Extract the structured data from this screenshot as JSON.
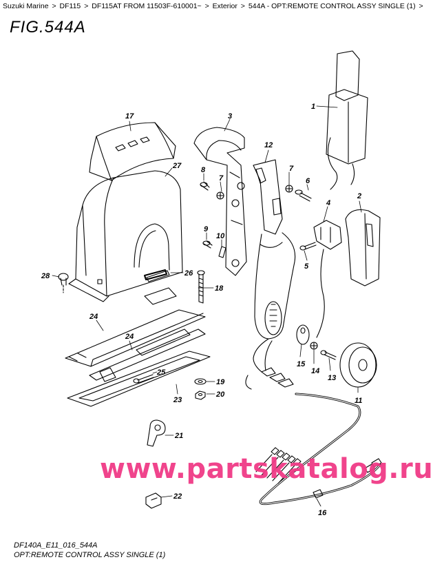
{
  "breadcrumb": {
    "items": [
      "Suzuki Marine",
      "DF115",
      "DF115AT FROM 11503F-610001~",
      "Exterior",
      "544A - OPT:REMOTE CONTROL ASSY SINGLE (1)"
    ],
    "separator": ">",
    "trailing": ">"
  },
  "figure_title": "FIG.544A",
  "watermark": "www.partskatalog.ru",
  "footer": {
    "code": "DF140A_E11_016_544A",
    "caption": "OPT:REMOTE CONTROL ASSY SINGLE (1)"
  },
  "callouts": [
    "1",
    "2",
    "3",
    "4",
    "5",
    "6",
    "7",
    "7",
    "8",
    "9",
    "10",
    "11",
    "12",
    "13",
    "14",
    "15",
    "16",
    "17",
    "18",
    "19",
    "20",
    "21",
    "22",
    "23",
    "24",
    "24",
    "25",
    "26",
    "27",
    "28"
  ],
  "colors": {
    "line": "#000000",
    "watermark": "#f03a86",
    "background": "#ffffff"
  }
}
